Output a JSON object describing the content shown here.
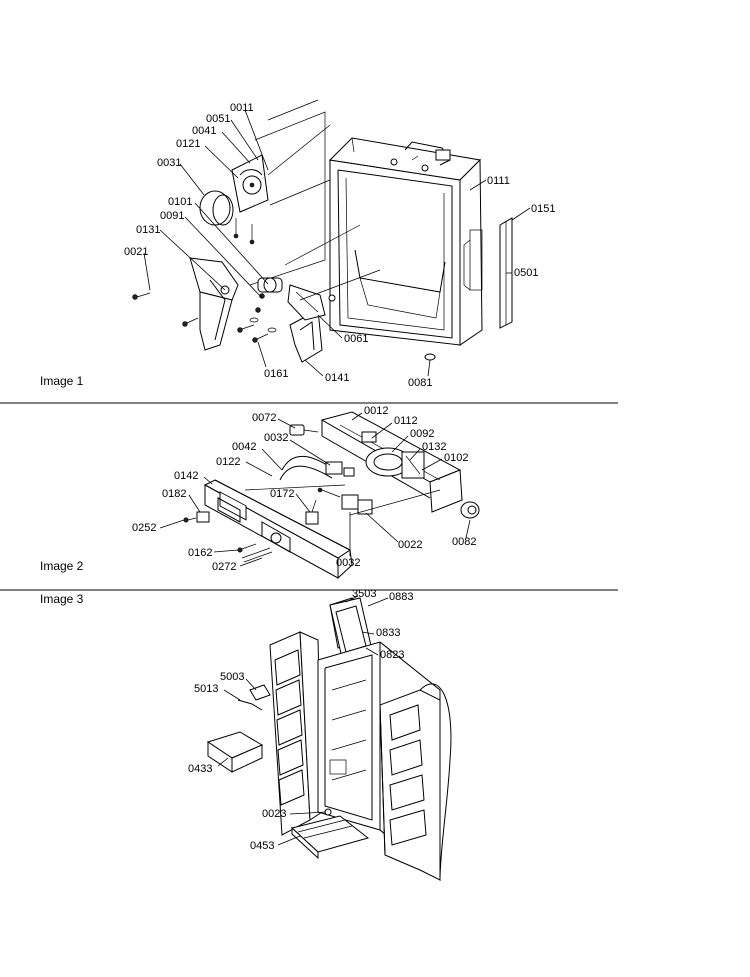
{
  "sections": [
    {
      "id": "image-1",
      "label": "Image 1"
    },
    {
      "id": "image-2",
      "label": "Image 2"
    },
    {
      "id": "image-3",
      "label": "Image 3"
    }
  ],
  "parts": {
    "image1": [
      "0011",
      "0051",
      "0041",
      "0121",
      "0031",
      "0101",
      "0091",
      "0131",
      "0021",
      "0111",
      "0151",
      "0501",
      "0061",
      "0161",
      "0141",
      "0081"
    ],
    "image2": [
      "0072",
      "0012",
      "0112",
      "0032",
      "0092",
      "0042",
      "0132",
      "0122",
      "0102",
      "0142",
      "0182",
      "0172",
      "0252",
      "0022",
      "0082",
      "0032",
      "0162",
      "0272"
    ],
    "image3": [
      "3503",
      "0883",
      "0833",
      "0823",
      "5003",
      "5013",
      "0433",
      "0023",
      "0453"
    ]
  }
}
